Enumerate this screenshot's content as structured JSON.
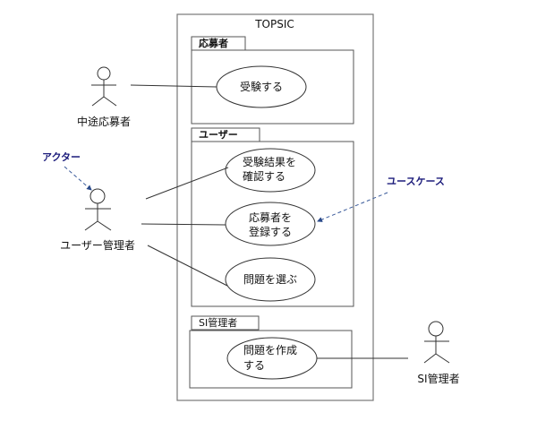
{
  "system": {
    "title": "TOPSIC"
  },
  "packages": [
    {
      "name": "応募者",
      "use_cases": [
        {
          "lines": [
            "受験する"
          ]
        }
      ]
    },
    {
      "name": "ユーザー",
      "use_cases": [
        {
          "lines": [
            "受験結果を",
            "確認する"
          ]
        },
        {
          "lines": [
            "応募者を",
            "登録する"
          ]
        },
        {
          "lines": [
            "問題を選ぶ"
          ]
        }
      ]
    },
    {
      "name": "SI管理者",
      "use_cases": [
        {
          "lines": [
            "問題を作成",
            "する"
          ]
        }
      ]
    }
  ],
  "actors": [
    {
      "name": "中途応募者"
    },
    {
      "name": "ユーザー管理者"
    },
    {
      "name": "SI管理者"
    }
  ],
  "annotations": {
    "actor_note": "アクター",
    "usecase_note": "ユースケース",
    "note_color": "#1a1a7a"
  },
  "colors": {
    "line": "#333333",
    "frame": "#777777"
  }
}
